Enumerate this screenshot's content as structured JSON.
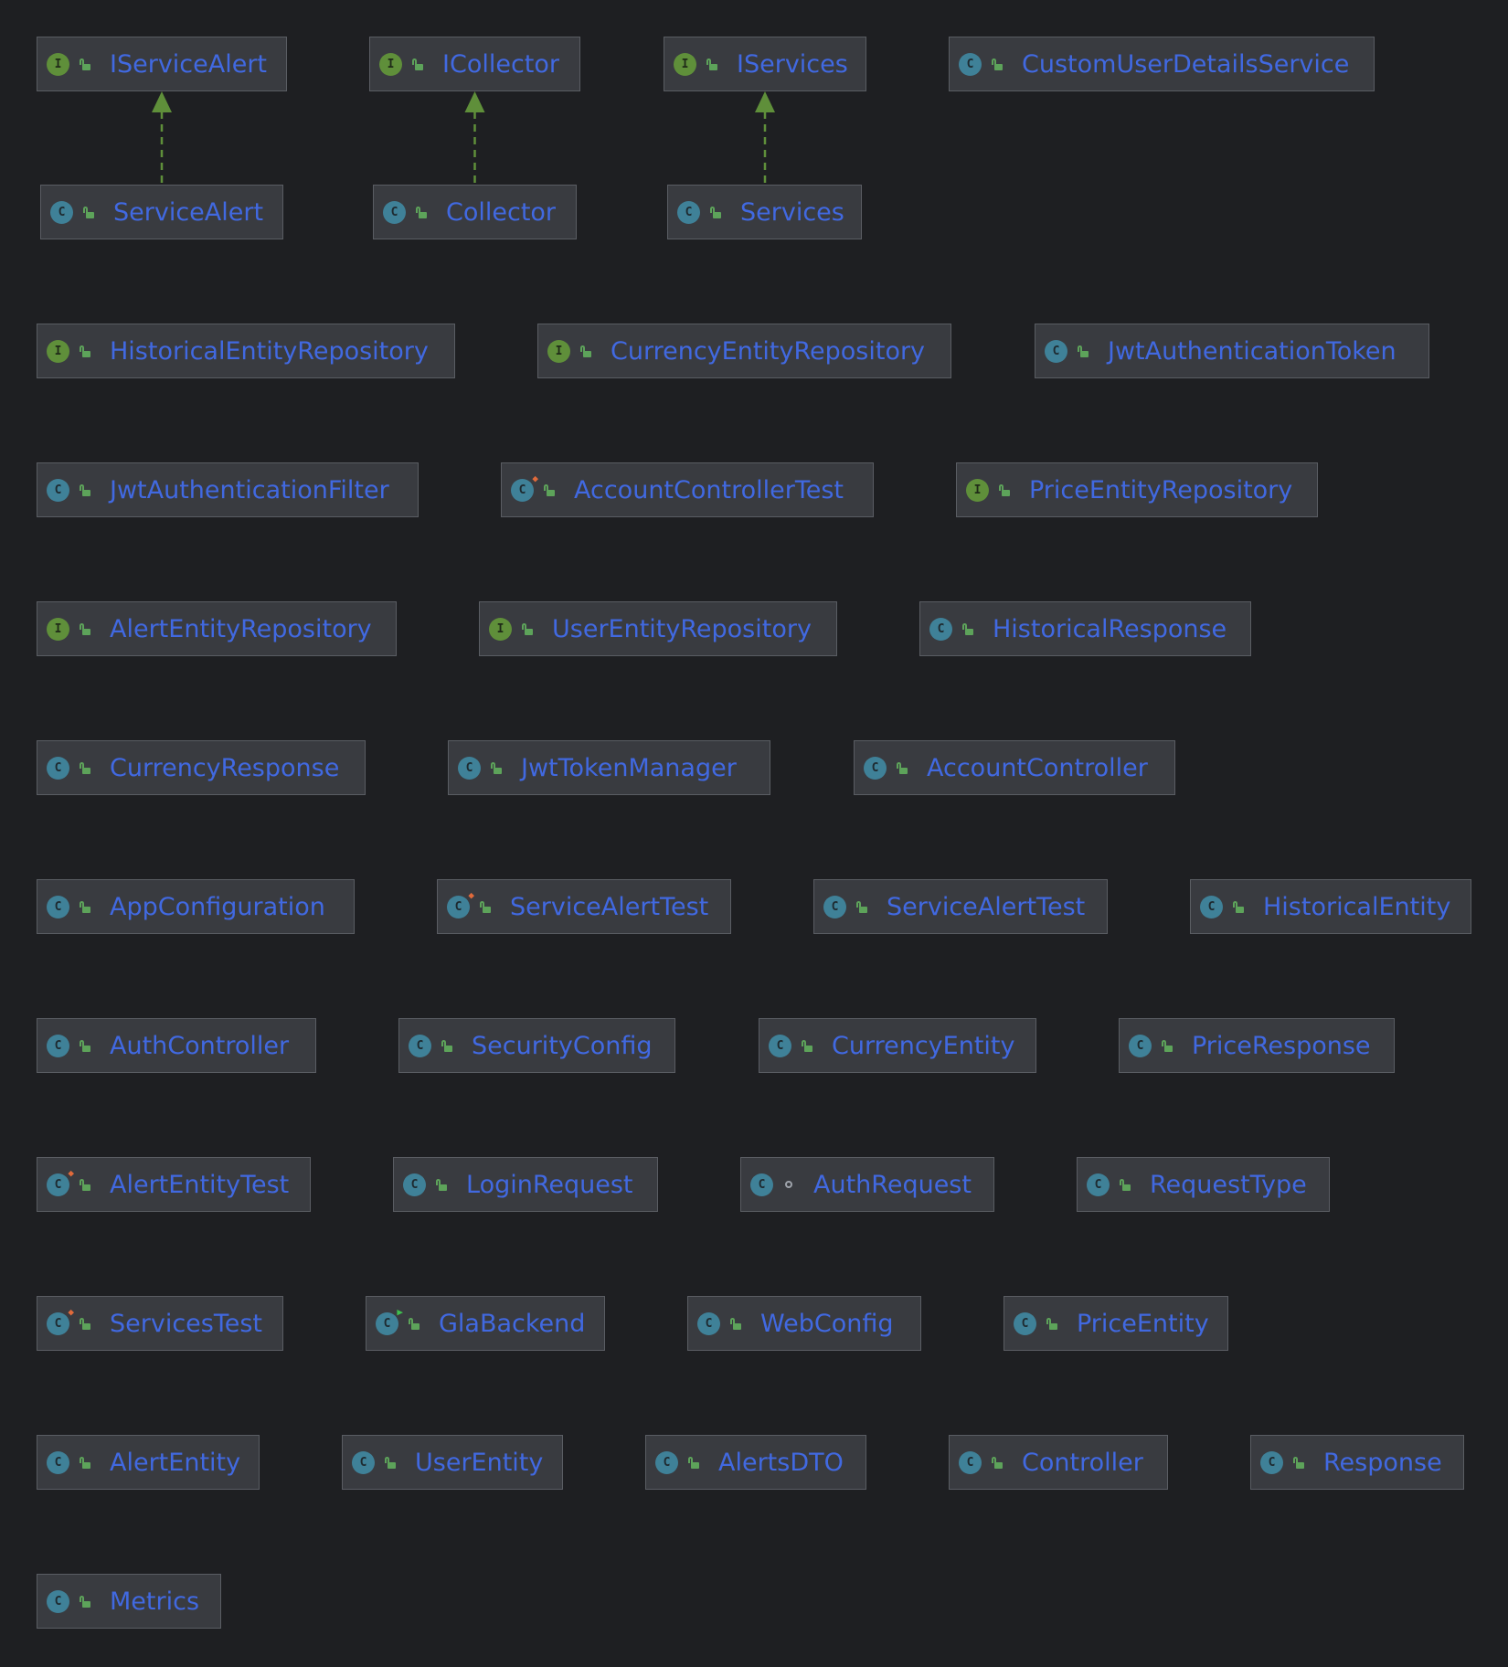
{
  "nodes": [
    {
      "id": "IServiceAlert",
      "name": "IServiceAlert",
      "kind": "I",
      "visibility": "public"
    },
    {
      "id": "ICollector",
      "name": "ICollector",
      "kind": "I",
      "visibility": "public"
    },
    {
      "id": "IServices",
      "name": "IServices",
      "kind": "I",
      "visibility": "public"
    },
    {
      "id": "CustomUserDetailsService",
      "name": "CustomUserDetailsService",
      "kind": "C",
      "visibility": "public"
    },
    {
      "id": "ServiceAlert",
      "name": "ServiceAlert",
      "kind": "C",
      "visibility": "public"
    },
    {
      "id": "Collector",
      "name": "Collector",
      "kind": "C",
      "visibility": "public"
    },
    {
      "id": "Services",
      "name": "Services",
      "kind": "C",
      "visibility": "public"
    },
    {
      "id": "HistoricalEntityRepository",
      "name": "HistoricalEntityRepository",
      "kind": "I",
      "visibility": "public"
    },
    {
      "id": "CurrencyEntityRepository",
      "name": "CurrencyEntityRepository",
      "kind": "I",
      "visibility": "public"
    },
    {
      "id": "JwtAuthenticationToken",
      "name": "JwtAuthenticationToken",
      "kind": "C",
      "visibility": "public"
    },
    {
      "id": "JwtAuthenticationFilter",
      "name": "JwtAuthenticationFilter",
      "kind": "C",
      "visibility": "public"
    },
    {
      "id": "AccountControllerTest",
      "name": "AccountControllerTest",
      "kind": "C",
      "badge": "test",
      "visibility": "public"
    },
    {
      "id": "PriceEntityRepository",
      "name": "PriceEntityRepository",
      "kind": "I",
      "visibility": "public"
    },
    {
      "id": "AlertEntityRepository",
      "name": "AlertEntityRepository",
      "kind": "I",
      "visibility": "public"
    },
    {
      "id": "UserEntityRepository",
      "name": "UserEntityRepository",
      "kind": "I",
      "visibility": "public"
    },
    {
      "id": "HistoricalResponse",
      "name": "HistoricalResponse",
      "kind": "C",
      "visibility": "public"
    },
    {
      "id": "CurrencyResponse",
      "name": "CurrencyResponse",
      "kind": "C",
      "visibility": "public"
    },
    {
      "id": "JwtTokenManager",
      "name": "JwtTokenManager",
      "kind": "C",
      "visibility": "public"
    },
    {
      "id": "AccountController",
      "name": "AccountController",
      "kind": "C",
      "visibility": "public"
    },
    {
      "id": "AppConfiguration",
      "name": "AppConfiguration",
      "kind": "C",
      "visibility": "public"
    },
    {
      "id": "ServiceAlertTest1",
      "name": "ServiceAlertTest",
      "kind": "C",
      "badge": "test",
      "visibility": "public"
    },
    {
      "id": "ServiceAlertTest2",
      "name": "ServiceAlertTest",
      "kind": "C",
      "visibility": "public"
    },
    {
      "id": "HistoricalEntity",
      "name": "HistoricalEntity",
      "kind": "C",
      "visibility": "public"
    },
    {
      "id": "AuthController",
      "name": "AuthController",
      "kind": "C",
      "visibility": "public"
    },
    {
      "id": "SecurityConfig",
      "name": "SecurityConfig",
      "kind": "C",
      "visibility": "public"
    },
    {
      "id": "CurrencyEntity",
      "name": "CurrencyEntity",
      "kind": "C",
      "visibility": "public"
    },
    {
      "id": "PriceResponse",
      "name": "PriceResponse",
      "kind": "C",
      "visibility": "public"
    },
    {
      "id": "AlertEntityTest",
      "name": "AlertEntityTest",
      "kind": "C",
      "badge": "test",
      "visibility": "public"
    },
    {
      "id": "LoginRequest",
      "name": "LoginRequest",
      "kind": "C",
      "visibility": "public"
    },
    {
      "id": "AuthRequest",
      "name": "AuthRequest",
      "kind": "C",
      "visibility": "package"
    },
    {
      "id": "RequestType",
      "name": "RequestType",
      "kind": "C",
      "visibility": "public"
    },
    {
      "id": "ServicesTest",
      "name": "ServicesTest",
      "kind": "C",
      "badge": "test",
      "visibility": "public"
    },
    {
      "id": "GlaBackend",
      "name": "GlaBackend",
      "kind": "C",
      "badge": "main",
      "visibility": "public"
    },
    {
      "id": "WebConfig",
      "name": "WebConfig",
      "kind": "C",
      "visibility": "public"
    },
    {
      "id": "PriceEntity",
      "name": "PriceEntity",
      "kind": "C",
      "visibility": "public"
    },
    {
      "id": "AlertEntity",
      "name": "AlertEntity",
      "kind": "C",
      "visibility": "public"
    },
    {
      "id": "UserEntity",
      "name": "UserEntity",
      "kind": "C",
      "visibility": "public"
    },
    {
      "id": "AlertsDTO",
      "name": "AlertsDTO",
      "kind": "C",
      "visibility": "public"
    },
    {
      "id": "Controller",
      "name": "Controller",
      "kind": "C",
      "visibility": "public"
    },
    {
      "id": "Response",
      "name": "Response",
      "kind": "C",
      "visibility": "public"
    },
    {
      "id": "Metrics",
      "name": "Metrics",
      "kind": "C",
      "visibility": "public"
    }
  ],
  "edges": [
    {
      "from": "ServiceAlert",
      "to": "IServiceAlert",
      "type": "implements"
    },
    {
      "from": "Collector",
      "to": "ICollector",
      "type": "implements"
    },
    {
      "from": "Services",
      "to": "IServices",
      "type": "implements"
    }
  ],
  "colors": {
    "background": "#1e1f22",
    "node_fill": "#393b40",
    "node_border": "#5a5d63",
    "label": "#4169e1",
    "class_icon": "#3f8198",
    "interface_icon": "#5f8f3a",
    "edge": "#5f8f3a"
  }
}
